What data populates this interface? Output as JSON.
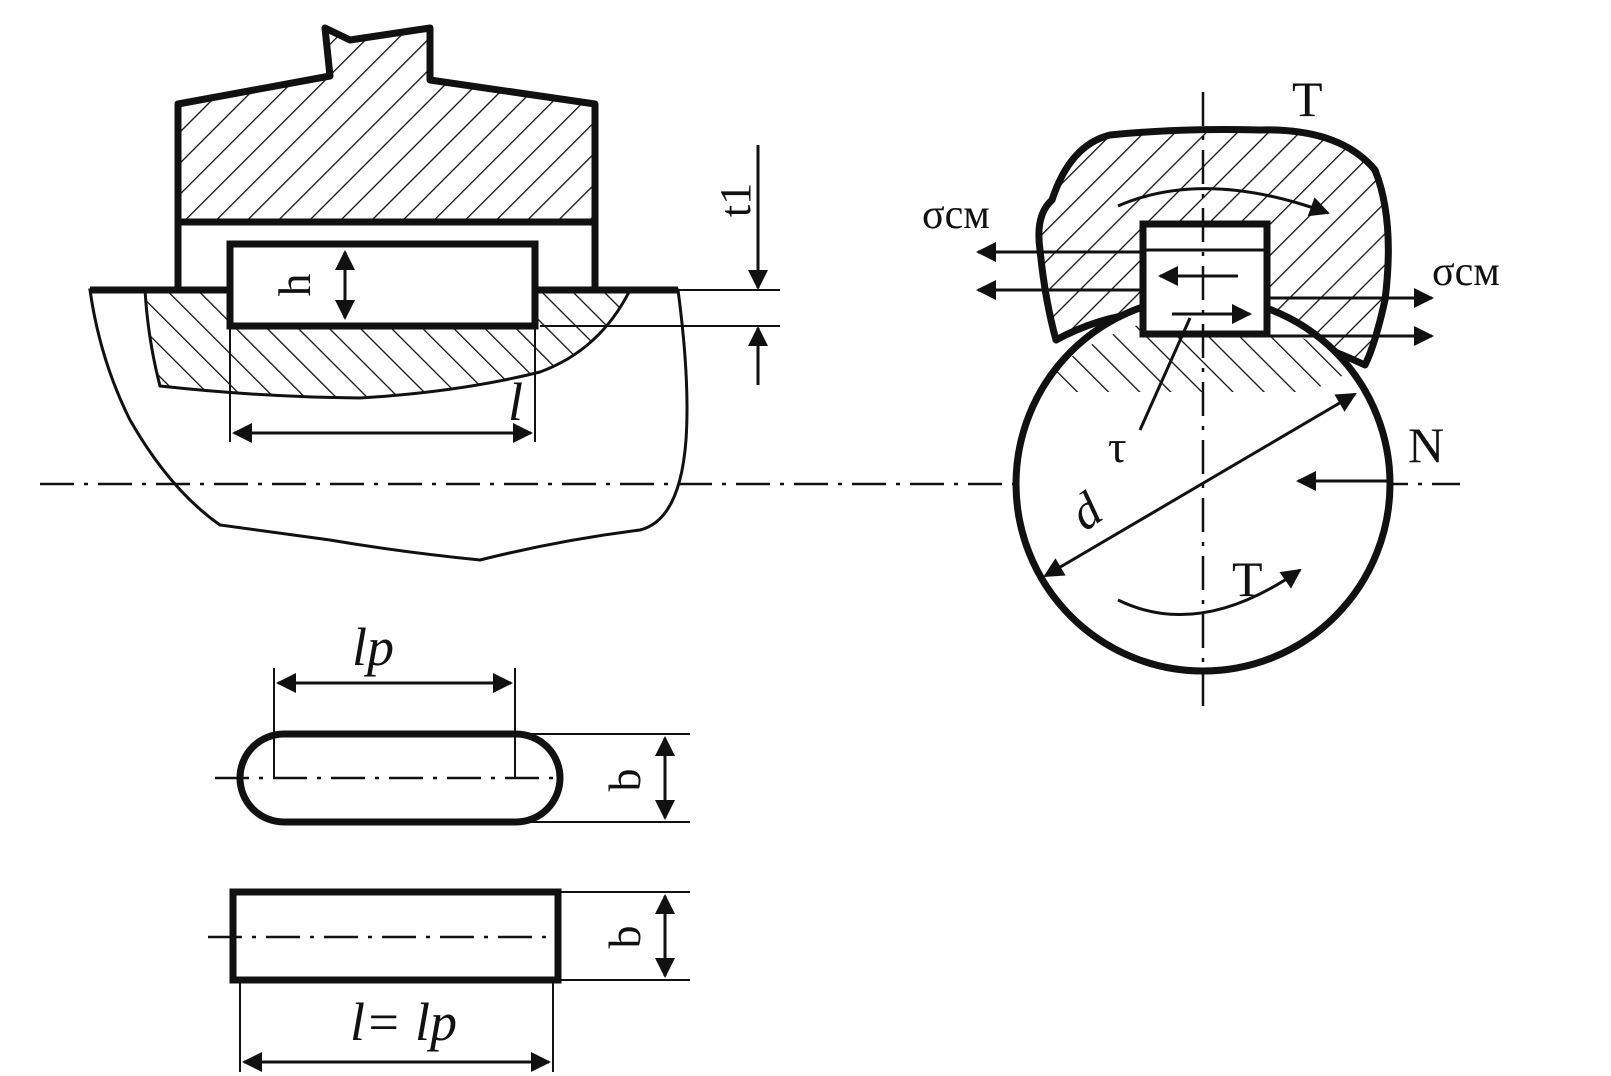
{
  "labels": {
    "t1": "t1",
    "h": "h",
    "l": "l",
    "lp": "lp",
    "b_top": "b",
    "b_bottom": "b",
    "l_eq_lp": "l= lp",
    "T_top": "T",
    "sigma_left": "σсм",
    "sigma_right": "σсм",
    "tau": "τ",
    "N": "N",
    "d": "d",
    "T_bottom": "T"
  },
  "colors": {
    "line": "#111111",
    "background": "#ffffff"
  }
}
